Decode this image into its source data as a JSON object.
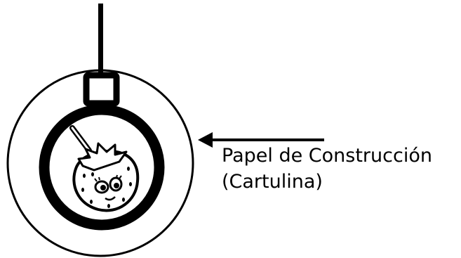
{
  "label": {
    "line1": "Papel de Construcción",
    "line2": "(Cartulina)"
  },
  "icons": [
    "ornament-string",
    "ornament-cap",
    "ornament-ring",
    "strawberry-character",
    "pointer-arrow",
    "construction-paper-circle"
  ],
  "colors": {
    "ink": "#000000",
    "paper": "#ffffff"
  }
}
